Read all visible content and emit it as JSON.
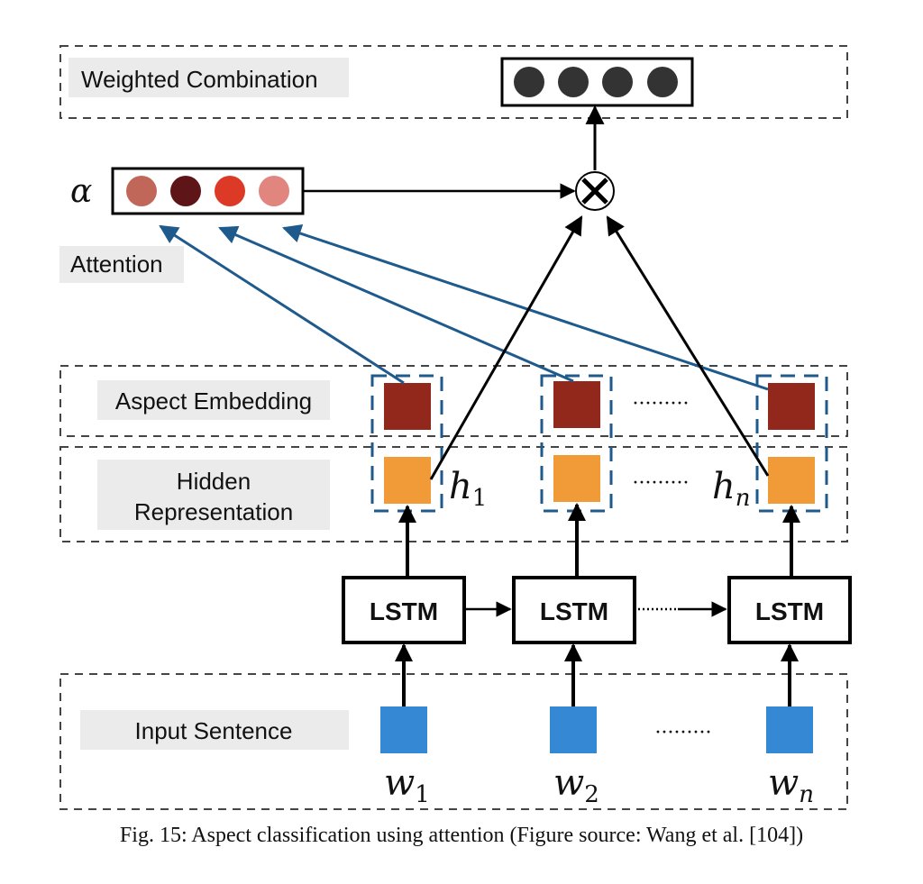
{
  "layers": {
    "weighted_combination": "Weighted Combination",
    "attention": "Attention",
    "aspect_embedding": "Aspect Embedding",
    "hidden_representation_line1": "Hidden",
    "hidden_representation_line2": "Representation",
    "input_sentence": "Input Sentence"
  },
  "alpha_symbol": "α",
  "alpha_weights_colors": [
    "#c0675a",
    "#5e1518",
    "#dc3a26",
    "#e1857f"
  ],
  "output_vector_color": "#333333",
  "lstm_label": "LSTM",
  "hidden_labels": [
    {
      "base": "h",
      "sub": "1"
    },
    {
      "base": "h",
      "sub": "n"
    }
  ],
  "word_labels": [
    {
      "base": "w",
      "sub": "1"
    },
    {
      "base": "w",
      "sub": "2"
    },
    {
      "base": "w",
      "sub": "n"
    }
  ],
  "ellipsis": "·········",
  "colors": {
    "aspect": "#92271b",
    "hidden": "#f19a38",
    "input": "#3588d3",
    "attention_arrow": "#1f5a8c",
    "label_bg": "#ebebeb"
  },
  "caption": "Fig. 15: Aspect classification using attention (Figure source:  Wang et al. [104])"
}
